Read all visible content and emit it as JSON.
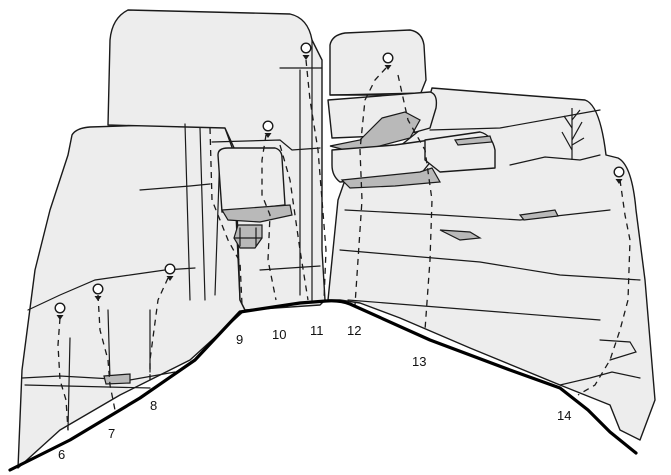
{
  "routes": [
    {
      "number": "6"
    },
    {
      "number": "7"
    },
    {
      "number": "8"
    },
    {
      "number": "9"
    },
    {
      "number": "10"
    },
    {
      "number": "11"
    },
    {
      "number": "12"
    },
    {
      "number": "13"
    },
    {
      "number": "14"
    }
  ]
}
